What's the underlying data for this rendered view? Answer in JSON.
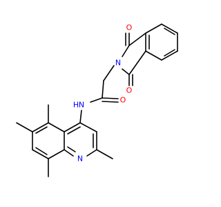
{
  "molecule": {
    "atoms": {
      "o_top": {
        "symbol": "O",
        "color": "#ff0000"
      },
      "o_bottom": {
        "symbol": "O",
        "color": "#ff0000"
      },
      "o_amide": {
        "symbol": "O",
        "color": "#ff0000"
      },
      "n_imide": {
        "symbol": "N",
        "color": "#0000ff"
      },
      "nh_amide": {
        "symbol": "N",
        "h_label": "H",
        "color": "#0000ff"
      },
      "n_quinoline": {
        "symbol": "N",
        "color": "#0000ff"
      }
    },
    "colors": {
      "carbon_bond": "#000000",
      "oxygen": "#ff0000",
      "nitrogen": "#0000ff"
    }
  }
}
